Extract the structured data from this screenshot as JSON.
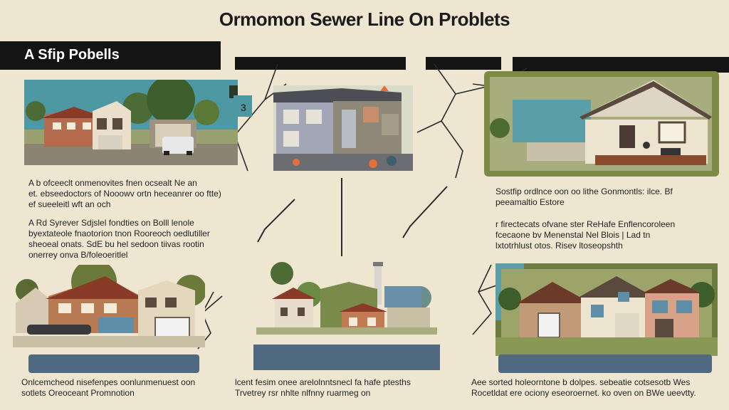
{
  "title": "Ormomon Sewer Line On Problets",
  "banner": {
    "label": "A Sfip Pobells"
  },
  "captions": {
    "c1": [
      "A b ofceeclt onmenovites fnen ocsealt Ne an",
      "et. ebseedoctors of Nooowv ortn heceanrer oo ftte)",
      "ef sueeleitl wft an och"
    ],
    "c2": [
      "A Rd Syrever Sdjslel fondties on Bolll lenole",
      "byextateole fnaotorion tnon Rooreoch oedlutiller",
      "sheoeal onats. SdE bu hel sedoon tiivas rootin",
      "onerrey onva B/foleoeritlel"
    ],
    "c3": [
      "Sostfip ordlnce oon oo lithe Gonmontls: ilce. Bf",
      "peeamaltio Estore"
    ],
    "c4": [
      "r firectecats ofvane ster ReHafe Enflencoroleen",
      "fcecaone bv Menenstal Nel Blois | Lad tn",
      "lxtotrhlust otos. Risev ltoseopshth"
    ],
    "c5": [
      "Onlcemcheod nisefenpes oonlunmenuest oon",
      "sotlets Oreoceant Promnotion"
    ],
    "c6": [
      "lcent fesim onee arelolnntsnecl fa hafe ptesths",
      "Trvetrey rsr nhlte nlfnny ruarmeg on"
    ],
    "c7": [
      "Aee sorted holeorntone b dolpes. sebeatie cotsesotb Wes",
      "Rocetldat ere ociony eseoroernet. ko oven on BWe ueevtty."
    ]
  },
  "colors": {
    "background": "#efe6d2",
    "banner": "#141414",
    "teal": "#5f9ea6",
    "olive": "#7f8c4a",
    "roof": "#8a3b28",
    "water": "#4f6a80"
  }
}
